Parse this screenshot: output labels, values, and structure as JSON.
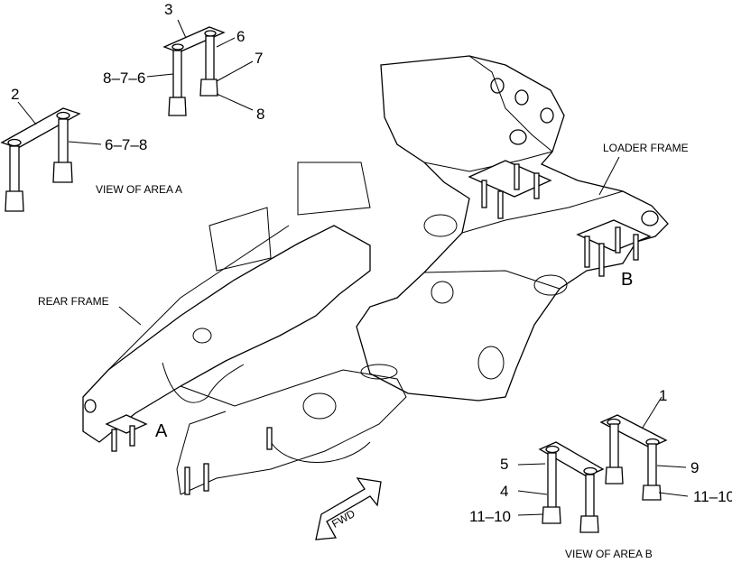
{
  "captions": {
    "view_a": "VIEW OF AREA A",
    "view_b": "VIEW OF AREA B",
    "rear_frame": "REAR FRAME",
    "loader_frame": "LOADER FRAME",
    "area_a": "A",
    "area_b": "B",
    "fwd": "FWD"
  },
  "callouts": {
    "c3": "3",
    "c6": "6",
    "c7": "7",
    "c876": "8–7–6",
    "c8": "8",
    "c2": "2",
    "c678": "6–7–8",
    "c1": "1",
    "c5": "5",
    "c9": "9",
    "c4": "4",
    "c1110_left": "11–10",
    "c1110_right": "11–10"
  }
}
